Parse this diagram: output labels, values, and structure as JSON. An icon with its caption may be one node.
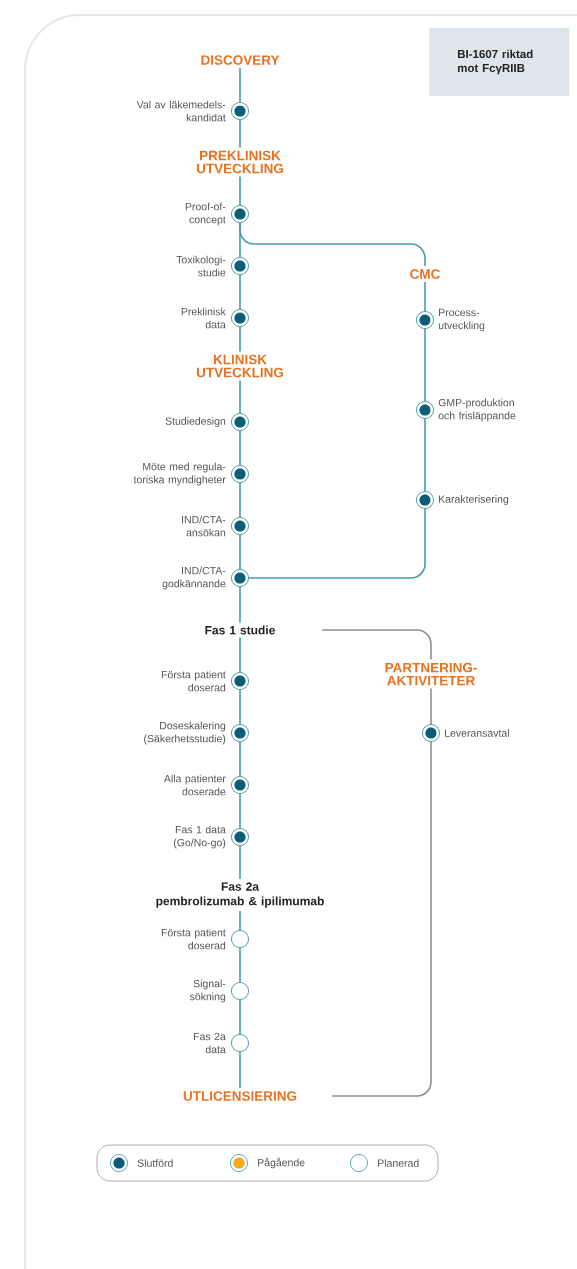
{
  "diagram": {
    "nodes": [
      {
        "text": [
          "BI-1607 riktad mot FcγRIIB"
        ]
      },
      {
        "text": [
          "DISCOVERY"
        ]
      },
      {
        "text": [],
        "shape": "circle",
        "beside": [
          "Val av läkemedels- kandidat"
        ]
      },
      {
        "text": [
          "PREKLINISK UTVECKLING"
        ]
      },
      {
        "text": [],
        "shape": "circle",
        "beside": [
          "Proof-of- concept"
        ]
      },
      {
        "text": [],
        "shape": "circle",
        "beside": [
          "Toxikologi- studie"
        ]
      },
      {
        "text": [],
        "shape": "circle",
        "beside": [
          "Preklinisk data"
        ]
      },
      {
        "text": [
          "KLINISK UTVECKLING"
        ]
      },
      {
        "text": [],
        "shape": "circle",
        "beside": [
          "Studiedesign"
        ]
      },
      {
        "text": [],
        "shape": "circle",
        "beside": [
          "Möte med regula- toriska myndigheter"
        ]
      },
      {
        "text": [],
        "shape": "circle",
        "beside": [
          "IND/CTA- ansökan"
        ]
      },
      {
        "text": [],
        "shape": "circle",
        "beside": [
          "IND/CTA- godkännande"
        ]
      },
      {
        "text": [
          "Fas 1 studie"
        ]
      },
      {
        "text": [],
        "shape": "circle",
        "beside": [
          "Första patient doserad"
        ]
      },
      {
        "text": [],
        "shape": "circle",
        "beside": [
          "Doseskalering (Säkerhetsstudie)"
        ]
      },
      {
        "text": [],
        "shape": "circle",
        "beside": [
          "Alla patienter doserade"
        ]
      },
      {
        "text": [],
        "shape": "circle",
        "beside": [
          "Fas 1 data (Go/No-go)"
        ]
      },
      {
        "text": [
          "Fas 2a",
          "pembrolizumab & ipilimumab"
        ]
      },
      {
        "text": [],
        "shape": "circle",
        "beside": [
          "Första patient doserad"
        ]
      },
      {
        "text": [],
        "shape": "circle",
        "beside": [
          "Signal- sökning"
        ]
      },
      {
        "text": [],
        "shape": "circle",
        "beside": [
          "Fas 2a data"
        ]
      },
      {
        "text": [
          "UTLICENSIERING"
        ]
      },
      {
        "text": [
          "CMC"
        ]
      },
      {
        "text": [],
        "shape": "circle",
        "beside": [
          "Process- utveckling"
        ]
      },
      {
        "text": [],
        "shape": "circle",
        "beside": [
          "GMP-produktion och frisläppande"
        ]
      },
      {
        "text": [],
        "shape": "circle",
        "beside": [
          "Karakterisering"
        ]
      },
      {
        "text": [
          "PARTNERING- AKTIVITETER"
        ]
      },
      {
        "text": [],
        "shape": "circle",
        "beside": [
          "Leveransavtal"
        ]
      }
    ],
    "edges": [
      {
        "from": 1,
        "to": 2,
        "arrow": "none"
      },
      {
        "from": 2,
        "to": 3,
        "arrow": "none"
      },
      {
        "from": 3,
        "to": 4,
        "arrow": "none"
      },
      {
        "from": 4,
        "to": 5,
        "arrow": "none"
      },
      {
        "from": 5,
        "to": 6,
        "arrow": "none"
      },
      {
        "from": 6,
        "to": 7,
        "arrow": "none"
      },
      {
        "from": 7,
        "to": 8,
        "arrow": "none"
      },
      {
        "from": 8,
        "to": 9,
        "arrow": "none"
      },
      {
        "from": 9,
        "to": 10,
        "arrow": "none"
      },
      {
        "from": 10,
        "to": 11,
        "arrow": "none"
      },
      {
        "from": 11,
        "to": 12,
        "arrow": "none"
      },
      {
        "from": 12,
        "to": 13,
        "arrow": "none"
      },
      {
        "from": 13,
        "to": 14,
        "arrow": "none"
      },
      {
        "from": 14,
        "to": 15,
        "arrow": "none"
      },
      {
        "from": 15,
        "to": 16,
        "arrow": "none"
      },
      {
        "from": 16,
        "to": 17,
        "arrow": "none"
      },
      {
        "from": 17,
        "to": 18,
        "arrow": "none"
      },
      {
        "from": 18,
        "to": 19,
        "arrow": "none"
      },
      {
        "from": 19,
        "to": 20,
        "arrow": "none"
      },
      {
        "from": 20,
        "to": 21,
        "arrow": "none"
      },
      {
        "from": 4,
        "to": 22,
        "arrow": "none"
      },
      {
        "from": 22,
        "to": 23,
        "arrow": "none"
      },
      {
        "from": 23,
        "to": 24,
        "arrow": "none"
      },
      {
        "from": 24,
        "to": 25,
        "arrow": "none"
      },
      {
        "from": 25,
        "to": 11,
        "arrow": "none"
      },
      {
        "from": 12,
        "to": 26,
        "arrow": "none",
        "color": "#8c8e90"
      },
      {
        "from": 26,
        "to": 27,
        "arrow": "none",
        "color": "#8c8e90"
      },
      {
        "from": 27,
        "to": 21,
        "arrow": "none",
        "color": "#8c8e90"
      }
    ],
    "legend": [
      {
        "text": "Slutförd",
        "color": "#0b5d78"
      },
      {
        "text": "Pågående",
        "color": "#f6a81c"
      },
      {
        "text": "Planerad"
      }
    ]
  }
}
